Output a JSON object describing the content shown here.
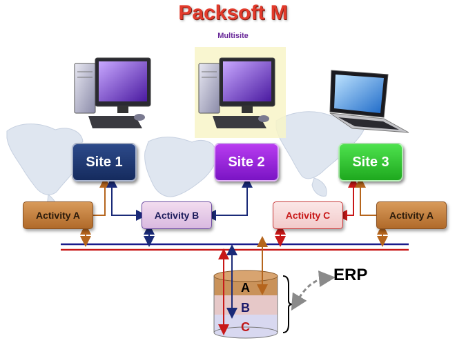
{
  "header": {
    "title": "Packsoft M",
    "subtitle": "Multisite"
  },
  "sites": [
    {
      "label": "Site 1",
      "color": "#1f3a78"
    },
    {
      "label": "Site 2",
      "color": "#9b24e0"
    },
    {
      "label": "Site 3",
      "color": "#2ec72e"
    }
  ],
  "activities": [
    {
      "label": "Activity A",
      "color": "#c4803e"
    },
    {
      "label": "Activity B",
      "color": "#e3c8e8"
    },
    {
      "label": "Activity C",
      "color": "#f6d6d6"
    },
    {
      "label": "Activity A",
      "color": "#c4803e"
    }
  ],
  "database": {
    "layers": [
      "A",
      "B",
      "C"
    ],
    "layer_colors": [
      "#c9925a",
      "#e6c8c8",
      "#d8d8f0"
    ]
  },
  "erp": {
    "label": "ERP"
  },
  "bus_colors": {
    "blue": "#1a1a8a",
    "red": "#c81818"
  },
  "arrow_colors": {
    "brown": "#b5651d",
    "navy": "#1a2a78",
    "red": "#c81818"
  },
  "icons": [
    "desktop-computer-icon",
    "desktop-computer-icon",
    "laptop-icon",
    "world-map-icon",
    "erp-link-arrow-icon"
  ]
}
